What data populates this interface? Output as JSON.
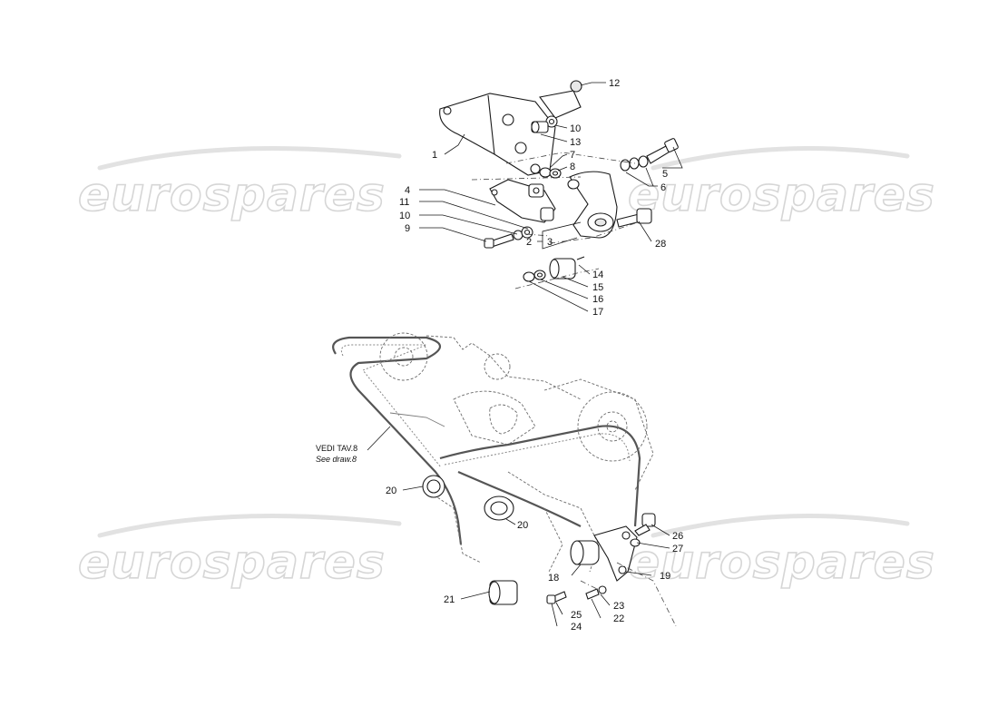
{
  "watermark": {
    "brand": "eurospares"
  },
  "reference_note": {
    "line1": "VEDI TAV.8",
    "line2": "See draw.8"
  },
  "callouts": [
    {
      "id": "c12",
      "label": "12"
    },
    {
      "id": "c10a",
      "label": "10"
    },
    {
      "id": "c13",
      "label": "13"
    },
    {
      "id": "c1",
      "label": "1"
    },
    {
      "id": "c7",
      "label": "7"
    },
    {
      "id": "c8",
      "label": "8"
    },
    {
      "id": "c5",
      "label": "5"
    },
    {
      "id": "c6",
      "label": "6"
    },
    {
      "id": "c4",
      "label": "4"
    },
    {
      "id": "c11",
      "label": "11"
    },
    {
      "id": "c10b",
      "label": "10"
    },
    {
      "id": "c9",
      "label": "9"
    },
    {
      "id": "c2",
      "label": "2"
    },
    {
      "id": "c3",
      "label": "3"
    },
    {
      "id": "c28",
      "label": "28"
    },
    {
      "id": "c14",
      "label": "14"
    },
    {
      "id": "c15",
      "label": "15"
    },
    {
      "id": "c16",
      "label": "16"
    },
    {
      "id": "c17",
      "label": "17"
    },
    {
      "id": "c20a",
      "label": "20"
    },
    {
      "id": "c20b",
      "label": "20"
    },
    {
      "id": "c26",
      "label": "26"
    },
    {
      "id": "c27",
      "label": "27"
    },
    {
      "id": "c19",
      "label": "19"
    },
    {
      "id": "c18",
      "label": "18"
    },
    {
      "id": "c21",
      "label": "21"
    },
    {
      "id": "c23",
      "label": "23"
    },
    {
      "id": "c25",
      "label": "25"
    },
    {
      "id": "c22",
      "label": "22"
    },
    {
      "id": "c24",
      "label": "24"
    }
  ]
}
